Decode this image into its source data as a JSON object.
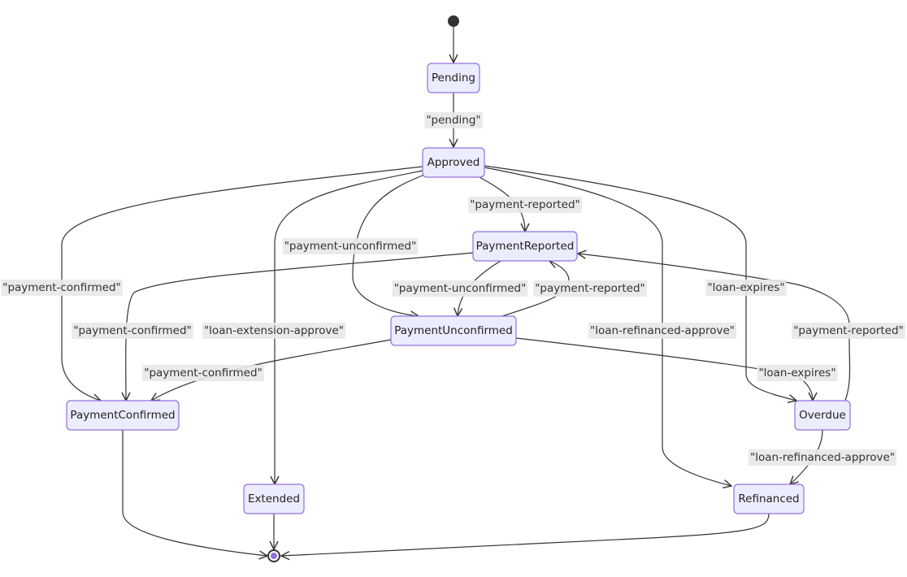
{
  "diagram": {
    "type": "state-diagram",
    "colors": {
      "node_fill": "#ECECFF",
      "node_stroke": "#9370DB",
      "edge": "#333333",
      "label_bg": "#e8e8e8",
      "start": "#333333",
      "end_inner": "#9370DB"
    },
    "states": [
      {
        "id": "Pending",
        "label": "Pending"
      },
      {
        "id": "Approved",
        "label": "Approved"
      },
      {
        "id": "PaymentReported",
        "label": "PaymentReported"
      },
      {
        "id": "PaymentUnconfirmed",
        "label": "PaymentUnconfirmed"
      },
      {
        "id": "PaymentConfirmed",
        "label": "PaymentConfirmed"
      },
      {
        "id": "Overdue",
        "label": "Overdue"
      },
      {
        "id": "Extended",
        "label": "Extended"
      },
      {
        "id": "Refinanced",
        "label": "Refinanced"
      }
    ],
    "transitions": [
      {
        "from": "[*]",
        "to": "Pending",
        "label": ""
      },
      {
        "from": "Pending",
        "to": "Approved",
        "label": "\"pending\""
      },
      {
        "from": "Approved",
        "to": "PaymentReported",
        "label": "\"payment-reported\""
      },
      {
        "from": "Approved",
        "to": "PaymentUnconfirmed",
        "label": "\"payment-unconfirmed\""
      },
      {
        "from": "Approved",
        "to": "PaymentConfirmed",
        "label": "\"payment-confirmed\""
      },
      {
        "from": "Approved",
        "to": "Extended",
        "label": "\"loan-extension-approve\""
      },
      {
        "from": "Approved",
        "to": "Refinanced",
        "label": "\"loan-refinanced-approve\""
      },
      {
        "from": "Approved",
        "to": "Overdue",
        "label": "\"loan-expires\""
      },
      {
        "from": "PaymentReported",
        "to": "PaymentUnconfirmed",
        "label": "\"payment-unconfirmed\""
      },
      {
        "from": "PaymentReported",
        "to": "PaymentConfirmed",
        "label": "\"payment-confirmed\""
      },
      {
        "from": "PaymentUnconfirmed",
        "to": "PaymentReported",
        "label": "\"payment-reported\""
      },
      {
        "from": "PaymentUnconfirmed",
        "to": "PaymentConfirmed",
        "label": "\"payment-confirmed\""
      },
      {
        "from": "PaymentUnconfirmed",
        "to": "Overdue",
        "label": "\"loan-expires\""
      },
      {
        "from": "Overdue",
        "to": "PaymentReported",
        "label": "\"payment-reported\""
      },
      {
        "from": "Overdue",
        "to": "Refinanced",
        "label": "\"loan-refinanced-approve\""
      },
      {
        "from": "PaymentConfirmed",
        "to": "[*]",
        "label": ""
      },
      {
        "from": "Extended",
        "to": "[*]",
        "label": ""
      },
      {
        "from": "Refinanced",
        "to": "[*]",
        "label": ""
      }
    ]
  }
}
